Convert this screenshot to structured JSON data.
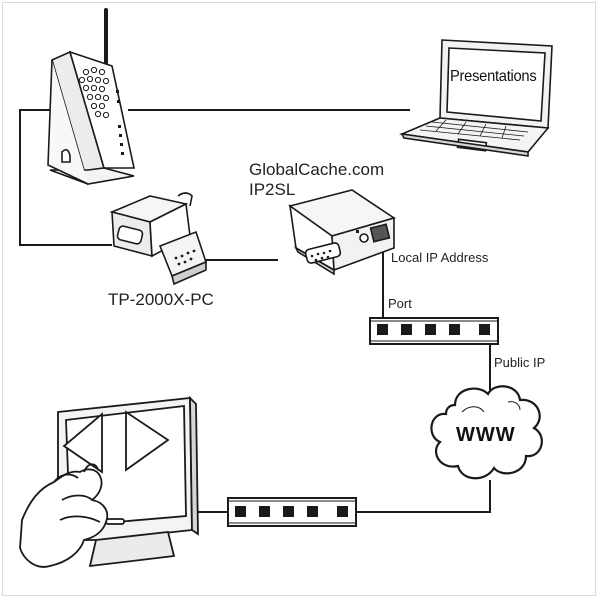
{
  "labels": {
    "provider_line1": "GlobalCache.com",
    "provider_line2": "IP2SL",
    "adapter_model": "TP-2000X-PC",
    "local_ip": "Local IP Address",
    "port": "Port",
    "public_ip": "Public IP",
    "screen_text": "Presentations",
    "cloud_text": "WWW"
  },
  "colors": {
    "line": "#1a1a1a",
    "device_fill": "#ffffff",
    "shade": "#e6e6e6",
    "dark": "#2a2a2a"
  }
}
